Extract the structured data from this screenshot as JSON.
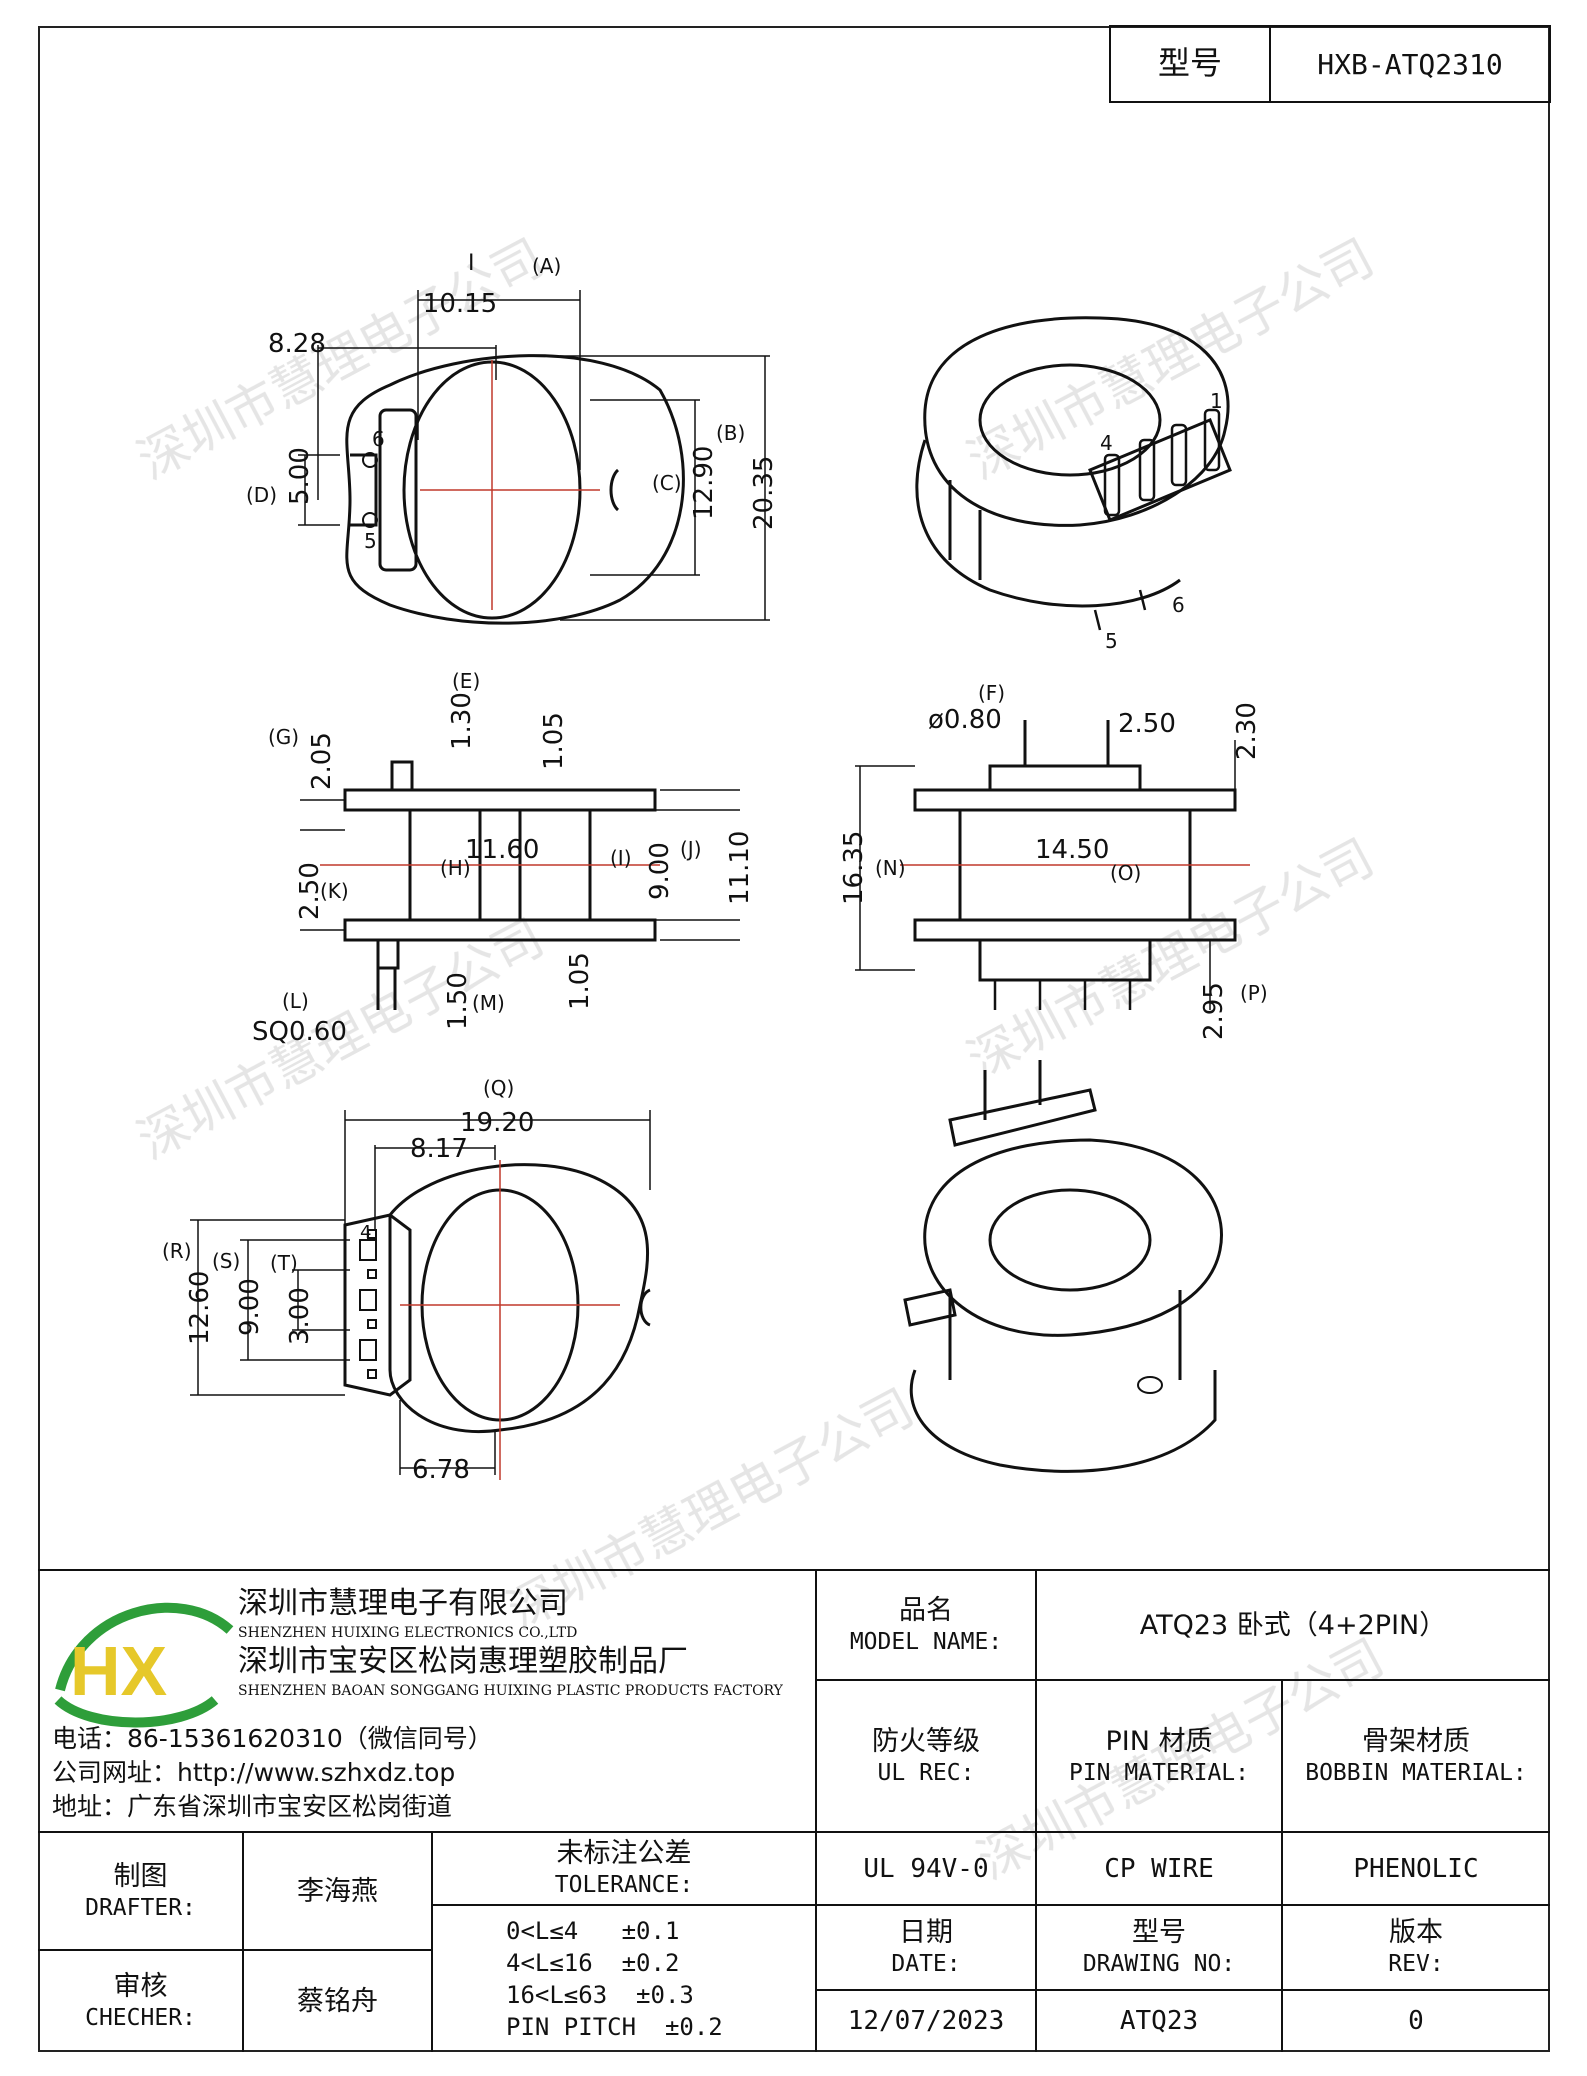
{
  "model_box": {
    "label": "型号",
    "value": "HXB-ATQ2310"
  },
  "watermark": "深圳市慧理电子公司",
  "views": {
    "top": {
      "dims": {
        "d_1015": "10.15",
        "tag_a": "(A)",
        "top_mark": "I",
        "d_828": "8.28",
        "d_500": "5.00",
        "tag_d": "(D)",
        "d_1290": "12.90",
        "tag_c": "(C)",
        "d_2035": "20.35",
        "tag_b": "(B)"
      },
      "pins": {
        "p6": "6",
        "p5": "5"
      }
    },
    "iso_top": {
      "pins": {
        "p1": "1",
        "p4": "4",
        "p5": "5",
        "p6": "6"
      }
    },
    "side_left": {
      "dims": {
        "tag_e": "(E)",
        "d_130": "1.30",
        "tag_g": "(G)",
        "d_205": "2.05",
        "d_105_top": "1.05",
        "d_1160": "11.60",
        "tag_h": "(H)",
        "tag_i": "(I)",
        "d_900": "9.00",
        "tag_j": "(J)",
        "d_1110": "11.10",
        "d_250": "2.50",
        "tag_k": "(K)",
        "tag_l": "(L)",
        "d_sq": "SQ0.60",
        "d_150": "1.50",
        "tag_m": "(M)",
        "d_105_bot": "1.05"
      }
    },
    "side_right": {
      "dims": {
        "tag_f": "(F)",
        "d_phi": "ø0.80",
        "d_250": "2.50",
        "d_230": "2.30",
        "d_1635": "16.35",
        "tag_n": "(N)",
        "d_1450": "14.50",
        "tag_o": "(O)",
        "d_295": "2.95",
        "tag_p": "(P)"
      }
    },
    "bottom": {
      "dims": {
        "tag_q": "(Q)",
        "d_1920": "19.20",
        "d_817": "8.17",
        "pin4": "4",
        "tag_r": "(R)",
        "d_1260": "12.60",
        "tag_s": "(S)",
        "d_900": "9.00",
        "tag_t": "(T)",
        "d_300": "3.00",
        "d_678": "6.78"
      }
    }
  },
  "company": {
    "name_cn": "深圳市慧理电子有限公司",
    "name_en": "SHENZHEN HUIXING ELECTRONICS CO.,LTD",
    "factory_cn": "深圳市宝安区松岗惠理塑胶制品厂",
    "factory_en": "SHENZHEN BAOAN SONGGANG HUIXING PLASTIC PRODUCTS FACTORY",
    "phone": "电话：86-15361620310（微信同号）",
    "web": "公司网址：http://www.szhxdz.top",
    "address": "地址：广东省深圳市宝安区松岗街道",
    "logo_text": "HX",
    "colors": {
      "logo_green": "#2e9e3a",
      "logo_yellow": "#e6c82a"
    }
  },
  "title_block": {
    "model_name_cn": "品名",
    "model_name_en": "MODEL NAME:",
    "model_name_value": "ATQ23 卧式（4+2PIN）",
    "ul_cn": "防火等级",
    "ul_en": "UL REC:",
    "pin_cn": "PIN 材质",
    "pin_en": "PIN MATERIAL:",
    "bobbin_cn": "骨架材质",
    "bobbin_en": "BOBBIN MATERIAL:",
    "drafter_cn": "制图",
    "drafter_en": "DRAFTER:",
    "drafter_name": "李海燕",
    "checker_cn": "审核",
    "checker_en": "CHECHER:",
    "checker_name": "蔡铭舟",
    "tolerance_cn": "未标注公差",
    "tolerance_en": "TOLERANCE:",
    "tolerance_lines": [
      "0<L≤4   ±0.1",
      "4<L≤16  ±0.2",
      "16<L≤63  ±0.3",
      "PIN PITCH  ±0.2"
    ],
    "ul_value": "UL 94V-0",
    "pin_value": "CP WIRE",
    "bobbin_value": "PHENOLIC",
    "date_cn": "日期",
    "date_en": "DATE:",
    "date_value": "12/07/2023",
    "drawing_cn": "型号",
    "drawing_en": "DRAWING NO:",
    "drawing_value": "ATQ23",
    "rev_cn": "版本",
    "rev_en": "REV:",
    "rev_value": "0"
  }
}
